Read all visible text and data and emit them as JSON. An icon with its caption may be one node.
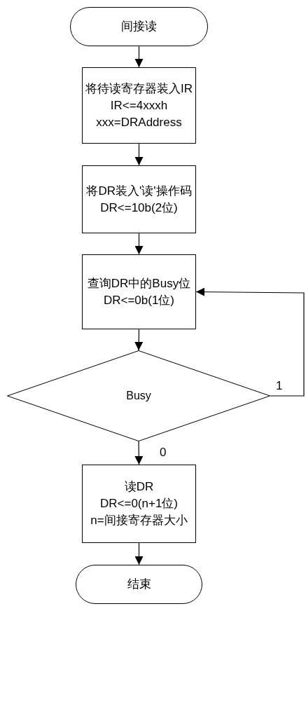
{
  "diagram": {
    "nodes": [
      {
        "text": [
          "间接读"
        ]
      },
      {
        "text": [
          "将待读寄存器装入IR",
          "IR<=4xxxh",
          "xxx=DRAddress"
        ]
      },
      {
        "text": [
          "将DR装入'读'操作码",
          "DR<=10b(2位)"
        ]
      },
      {
        "text": [
          "查询DR中的Busy位",
          "DR<=0b(1位)"
        ]
      },
      {
        "text": [
          "Busy"
        ]
      },
      {
        "text": [
          "读DR",
          "DR<=0(n+1位)",
          "n=间接寄存器大小"
        ]
      },
      {
        "text": [
          "结束"
        ]
      }
    ],
    "edges": [
      {
        "from": 0,
        "to": 1,
        "arrow": "to"
      },
      {
        "from": 1,
        "to": 2,
        "arrow": "to"
      },
      {
        "from": 2,
        "to": 3,
        "arrow": "to"
      },
      {
        "from": 3,
        "to": 4,
        "arrow": "to"
      },
      {
        "from": 4,
        "to": 5,
        "arrow": "to",
        "label": "0"
      },
      {
        "from": 4,
        "to": 3,
        "arrow": "to",
        "label": "1"
      },
      {
        "from": 5,
        "to": 6,
        "arrow": "to"
      }
    ]
  }
}
